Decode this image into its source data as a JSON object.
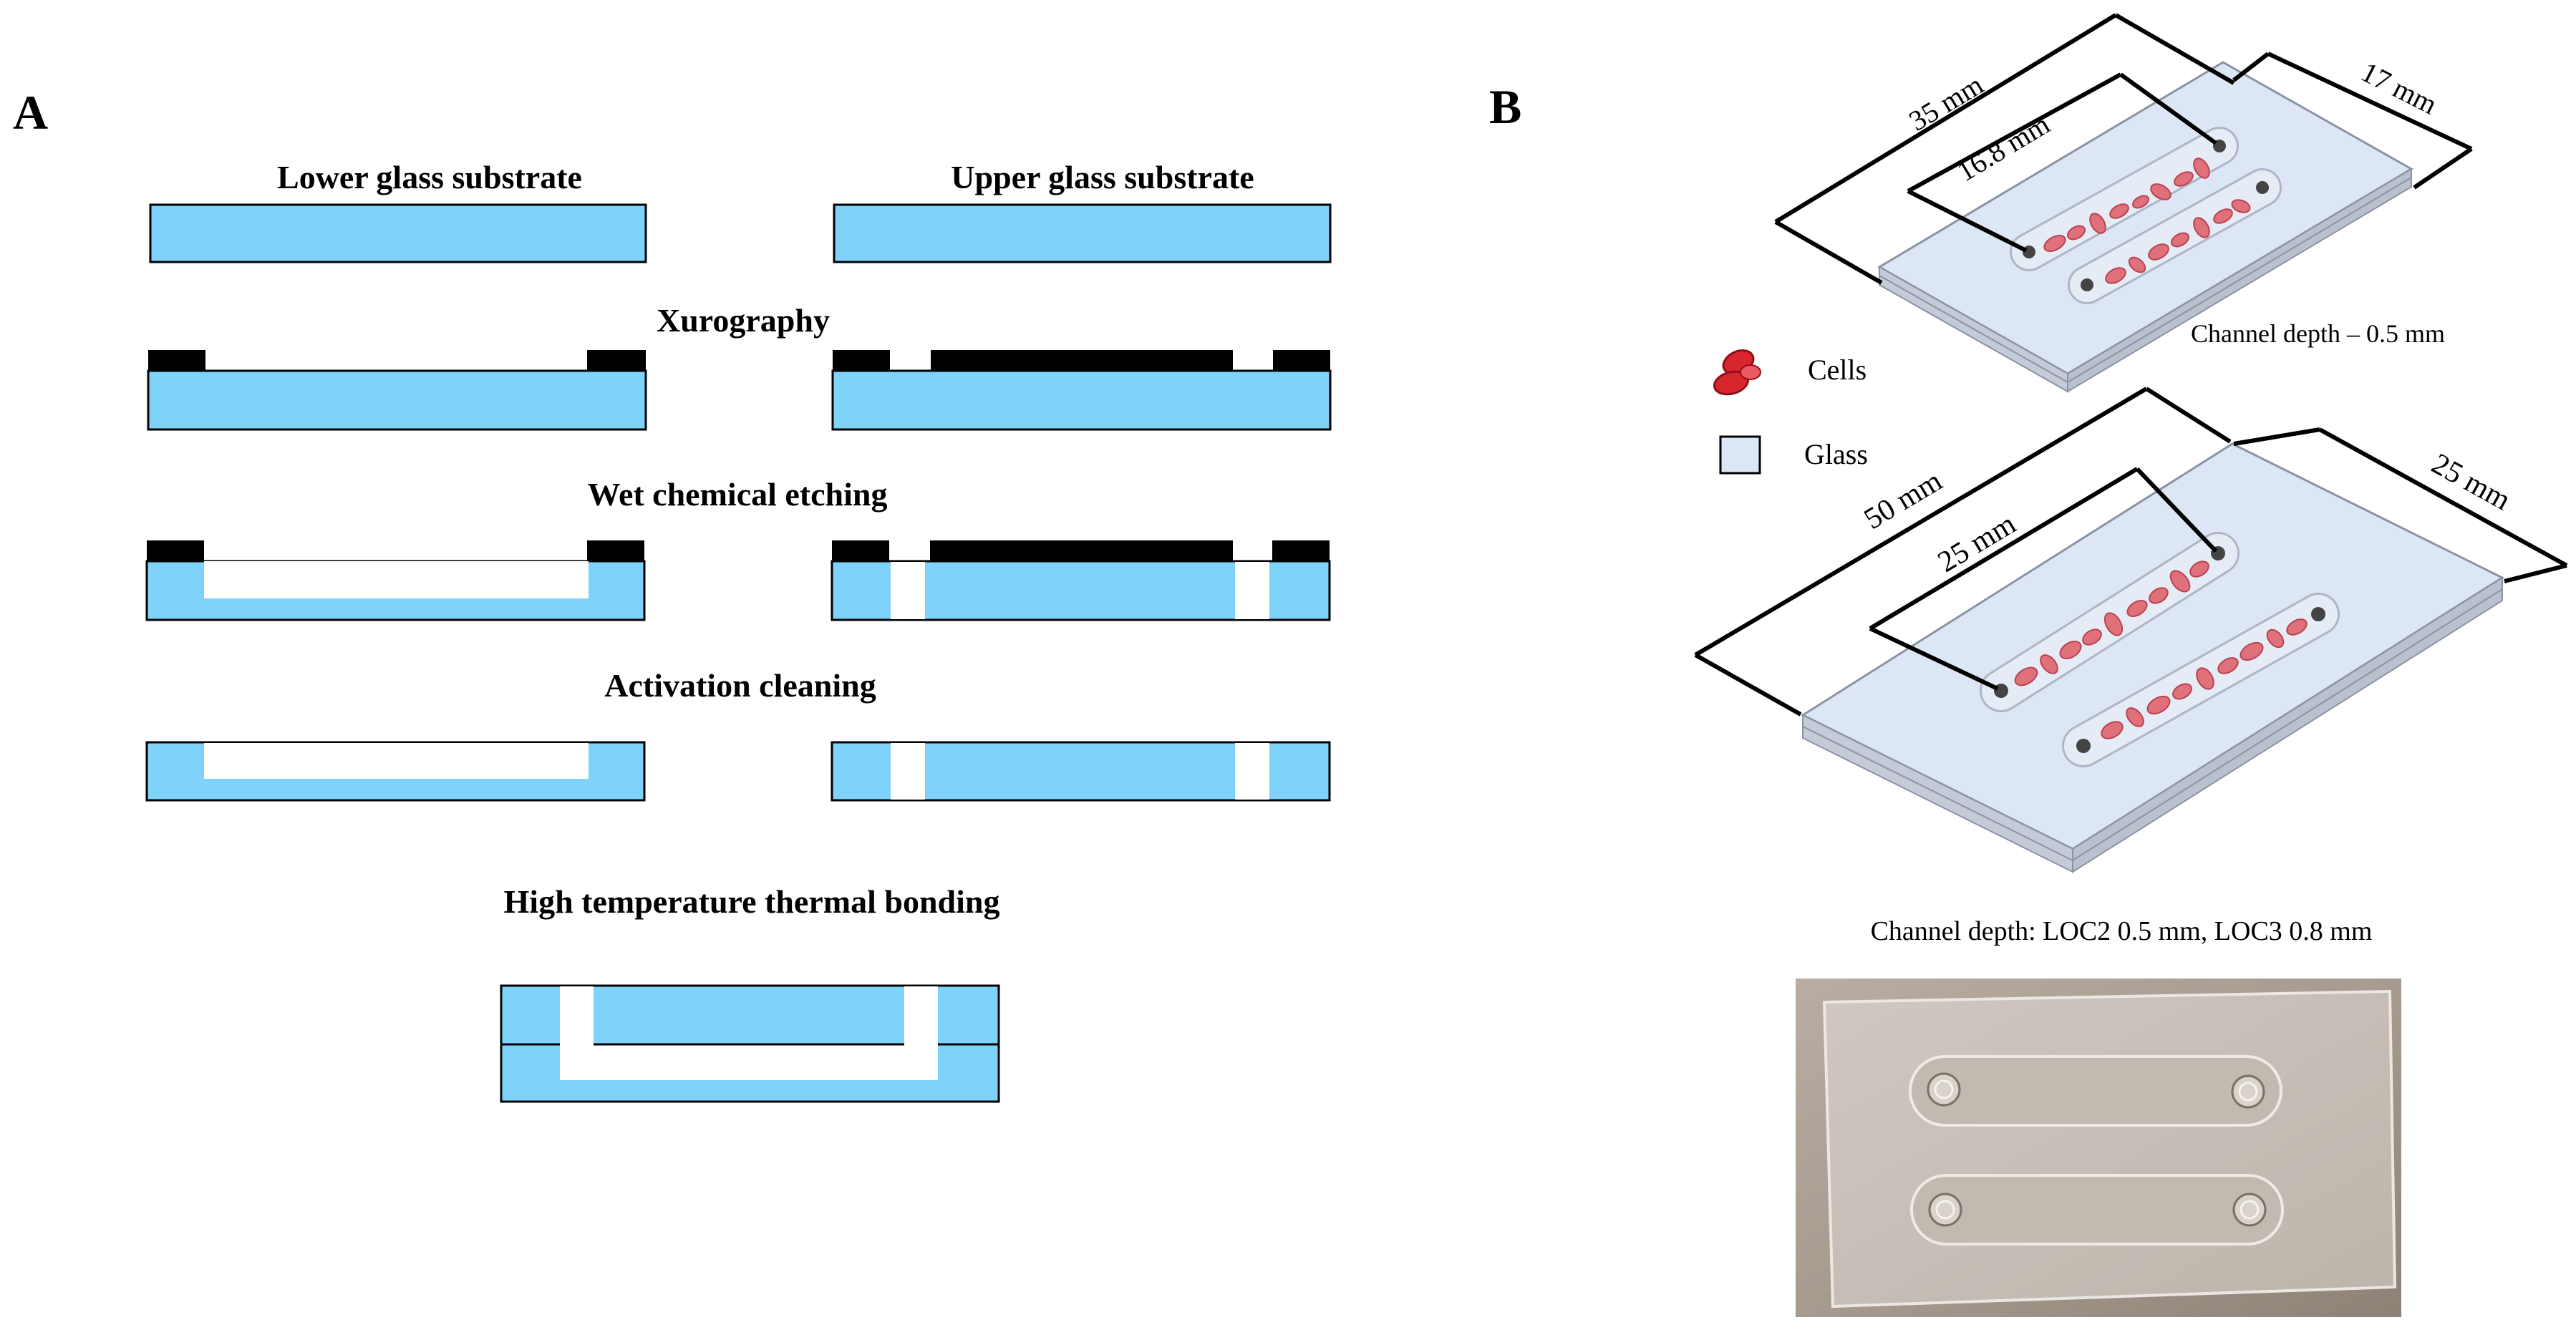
{
  "panel_a": {
    "label": "A",
    "lower_title": "Lower glass substrate",
    "upper_title": "Upper glass substrate",
    "steps": [
      "Xurography",
      "Wet chemical etching",
      "Activation cleaning",
      "High temperature thermal bonding"
    ]
  },
  "panel_b": {
    "label": "B",
    "chip_small": {
      "length": "35 mm",
      "channel_length": "16.8 mm",
      "width": "17 mm",
      "depth_note": "Channel depth – 0.5 mm"
    },
    "legend": [
      {
        "label": "Cells",
        "icon": "cells-icon"
      },
      {
        "label": "Glass",
        "icon": "glass-swatch-icon"
      }
    ],
    "chip_large": {
      "length": "50 mm",
      "channel_length": "25 mm",
      "width": "25 mm",
      "depth_note": "Channel depth: LOC2 0.5 mm, LOC3 0.8 mm"
    }
  },
  "colors": {
    "glass_blue": "#7FD3FA",
    "mask_black": "#000000",
    "chip_face": "#DDE6F4",
    "cell_red": "#E0707A"
  }
}
